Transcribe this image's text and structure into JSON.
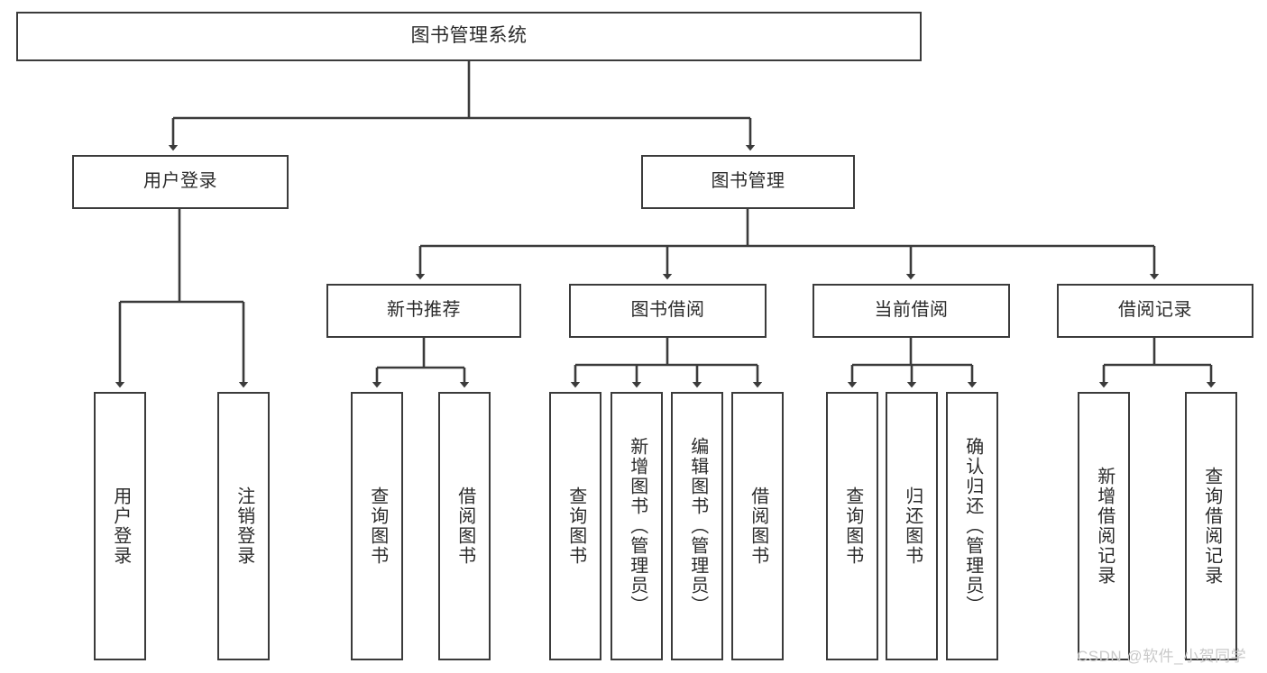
{
  "diagram": {
    "title": "图书管理系统",
    "type": "hierarchy-tree",
    "watermark": "CSDN @软件_小贺同学",
    "colors": {
      "stroke": "#3b3b3b",
      "text": "#2b2b2b",
      "background": "#ffffff",
      "watermark": "#c9c9c9"
    },
    "root": {
      "label": "图书管理系统"
    },
    "level2": [
      {
        "label": "用户登录"
      },
      {
        "label": "图书管理"
      }
    ],
    "level3": [
      {
        "label": "新书推荐"
      },
      {
        "label": "图书借阅"
      },
      {
        "label": "当前借阅"
      },
      {
        "label": "借阅记录"
      }
    ],
    "leaves": {
      "user_login": [
        {
          "label": "用户登录"
        },
        {
          "label": "注销登录"
        }
      ],
      "new_book": [
        {
          "label": "查询图书"
        },
        {
          "label": "借阅图书"
        }
      ],
      "book_borrow": [
        {
          "label": "查询图书"
        },
        {
          "label": "新增图书（管理员）"
        },
        {
          "label": "编辑图书（管理员）"
        },
        {
          "label": "借阅图书"
        }
      ],
      "current_borrow": [
        {
          "label": "查询图书"
        },
        {
          "label": "归还图书"
        },
        {
          "label": "确认归还（管理员）"
        }
      ],
      "borrow_record": [
        {
          "label": "新增借阅记录"
        },
        {
          "label": "查询借阅记录"
        }
      ]
    }
  }
}
